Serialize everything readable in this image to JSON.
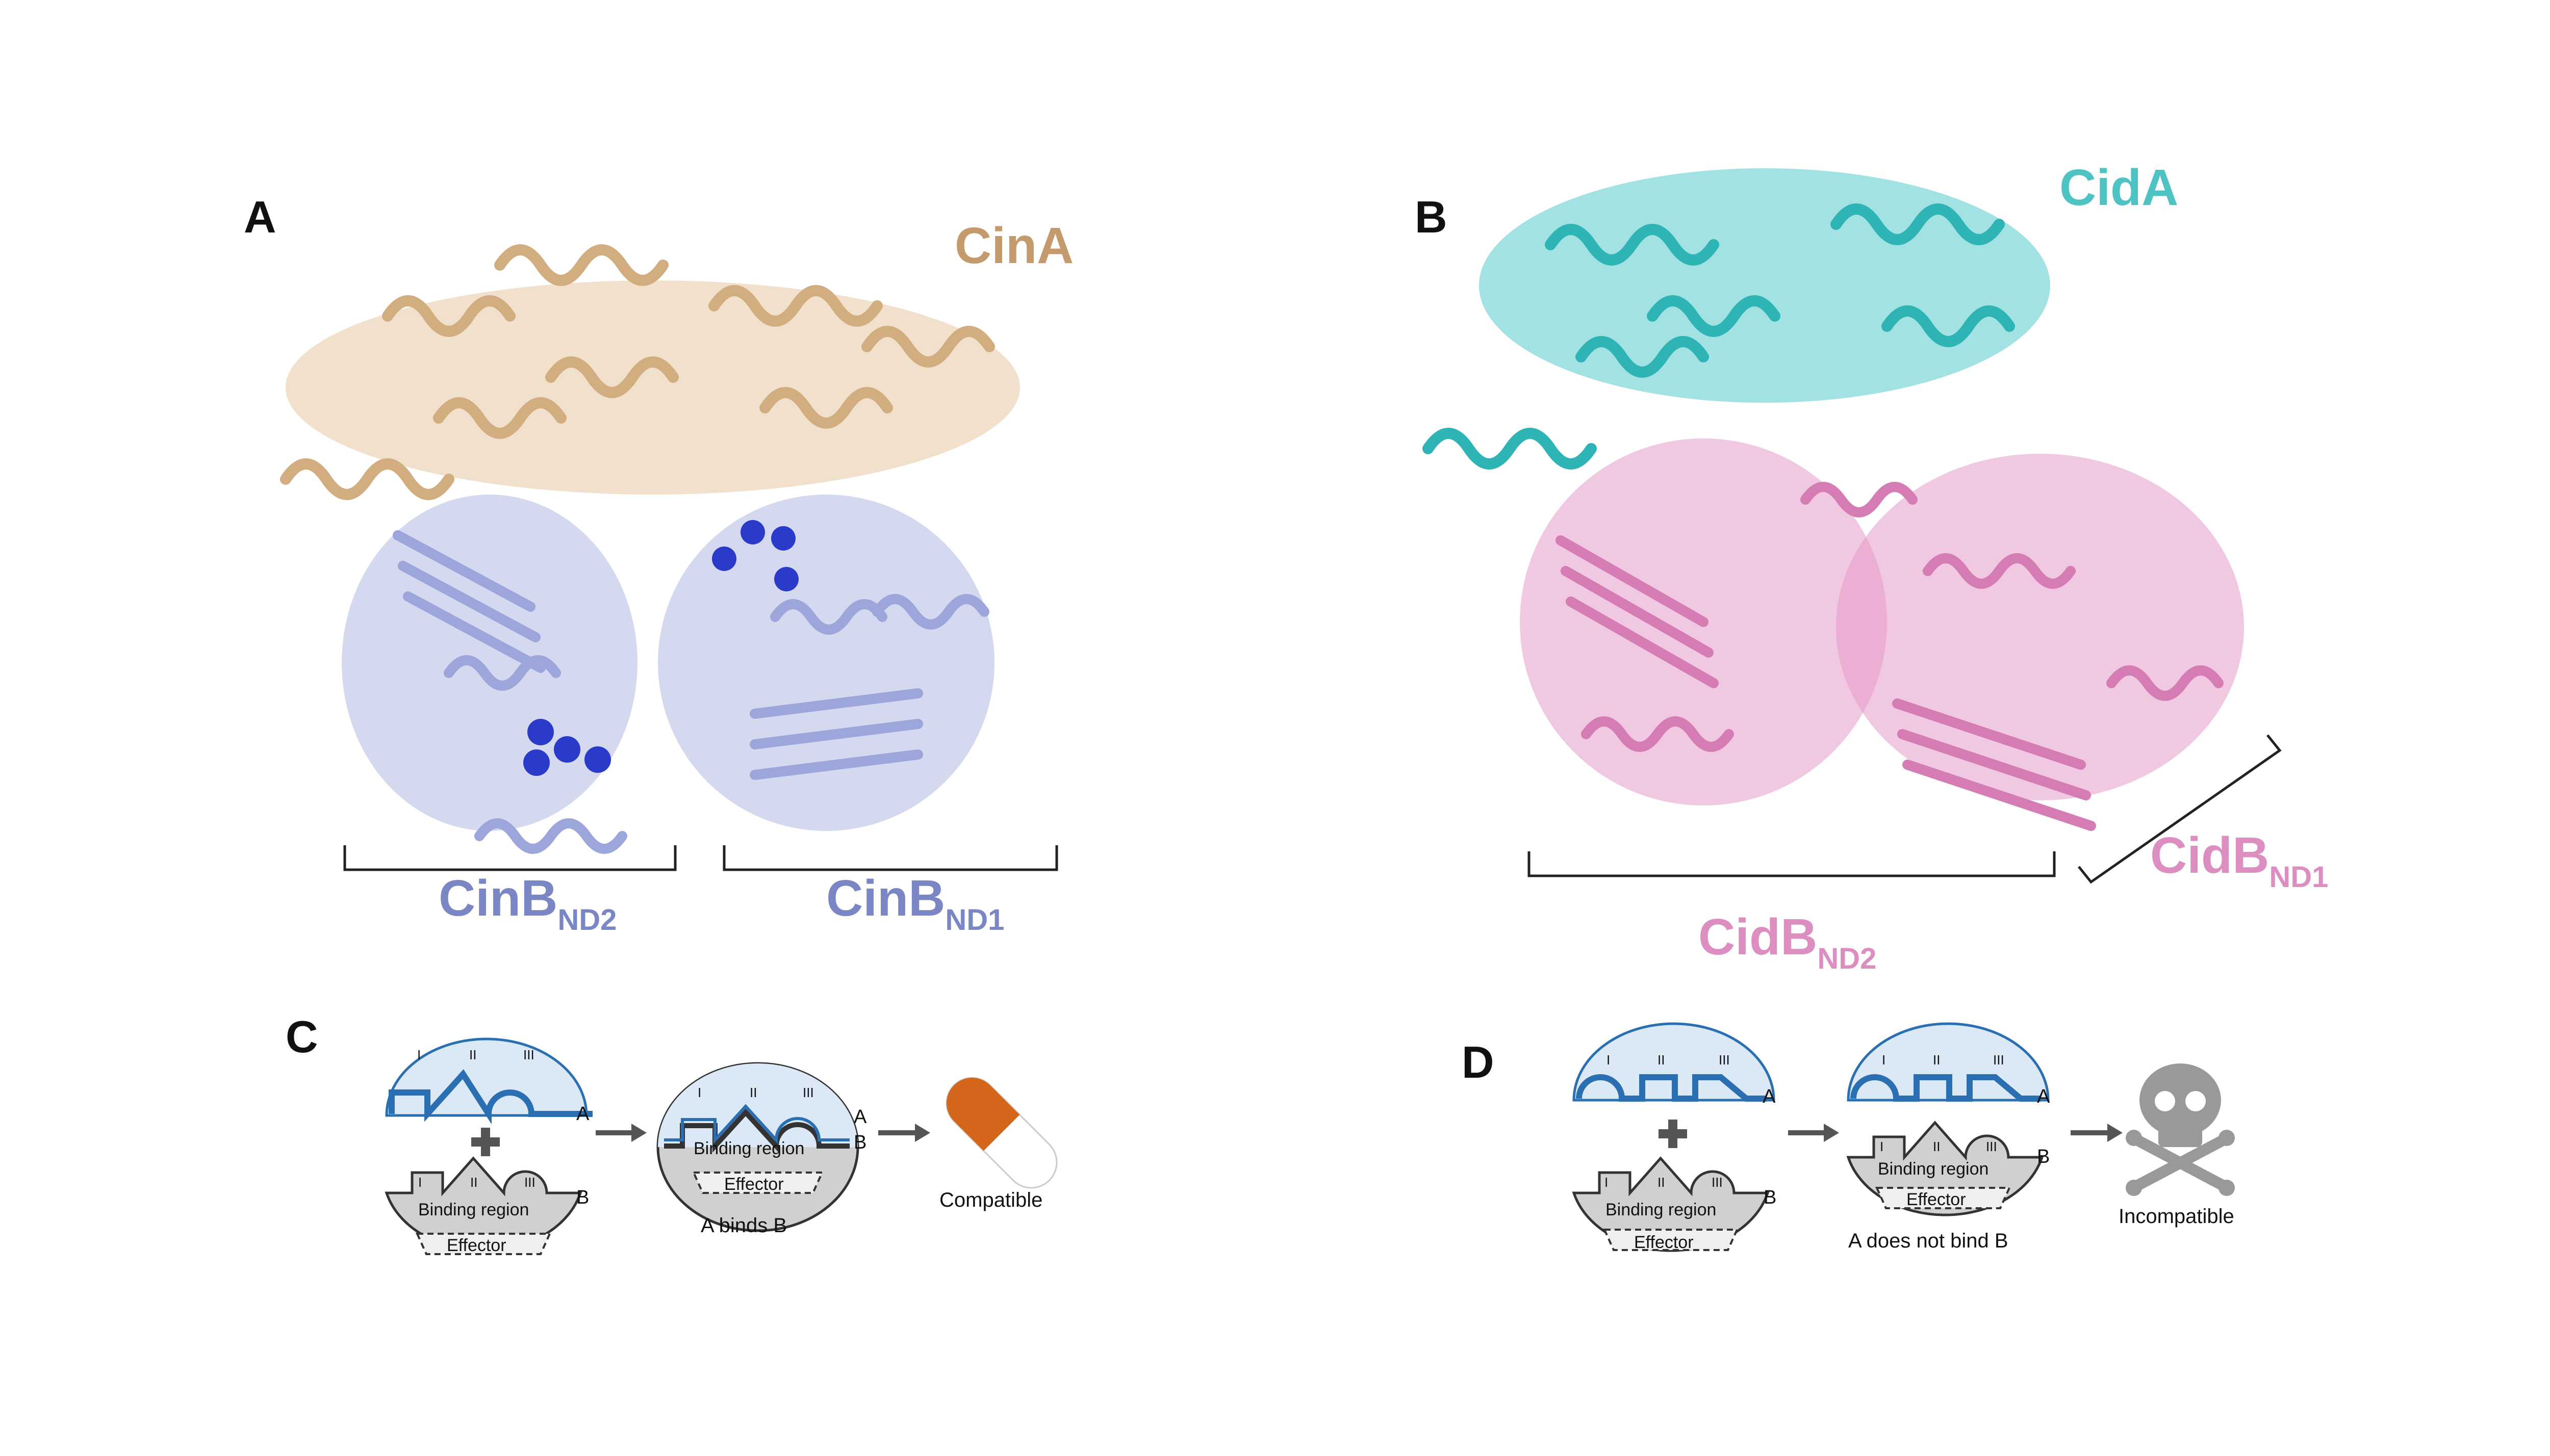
{
  "panels": {
    "a": {
      "letter": "A",
      "top_protein": {
        "name": "CinA",
        "color": "#c4996b"
      },
      "bottom_protein": {
        "color": "#7b86c4"
      },
      "domain_left": {
        "base": "CinB",
        "sub": "ND2"
      },
      "domain_right": {
        "base": "CinB",
        "sub": "ND1"
      },
      "helix_color": "#e6c9a2",
      "sheet_color": "#b9c0e6",
      "sphere_color": "#2b3bc9"
    },
    "b": {
      "letter": "B",
      "top_protein": {
        "name": "CidA",
        "color": "#4ec3c3"
      },
      "bottom_protein": {
        "color": "#dd8ec1"
      },
      "domain_left": {
        "base": "CidB",
        "sub": "ND2"
      },
      "domain_right": {
        "base": "CidB",
        "sub": "ND1"
      },
      "helix_color": "#45c6c8",
      "sheet_color": "#e69ac8"
    },
    "c": {
      "letter": "C",
      "numerals": [
        "I",
        "II",
        "III"
      ],
      "label_a": "A",
      "label_b": "B",
      "binding_region": "Binding region",
      "effector": "Effector",
      "complex_caption": "A binds B",
      "outcome": "Compatible",
      "pill_colors": [
        "#d4661c",
        "#ffffff"
      ]
    },
    "d": {
      "letter": "D",
      "numerals": [
        "I",
        "II",
        "III"
      ],
      "label_a": "A",
      "label_b": "B",
      "binding_region": "Binding region",
      "effector": "Effector",
      "complex_caption": "A does not bind B",
      "outcome": "Incompatible",
      "icon": "skull-crossbones-icon"
    }
  },
  "colors": {
    "region_a_fill": "#dbe8f6",
    "region_a_stroke": "#2b6fb3",
    "region_b_fill": "#d0d0d0",
    "effector_fill": "#efefef",
    "arrow": "#555555"
  }
}
